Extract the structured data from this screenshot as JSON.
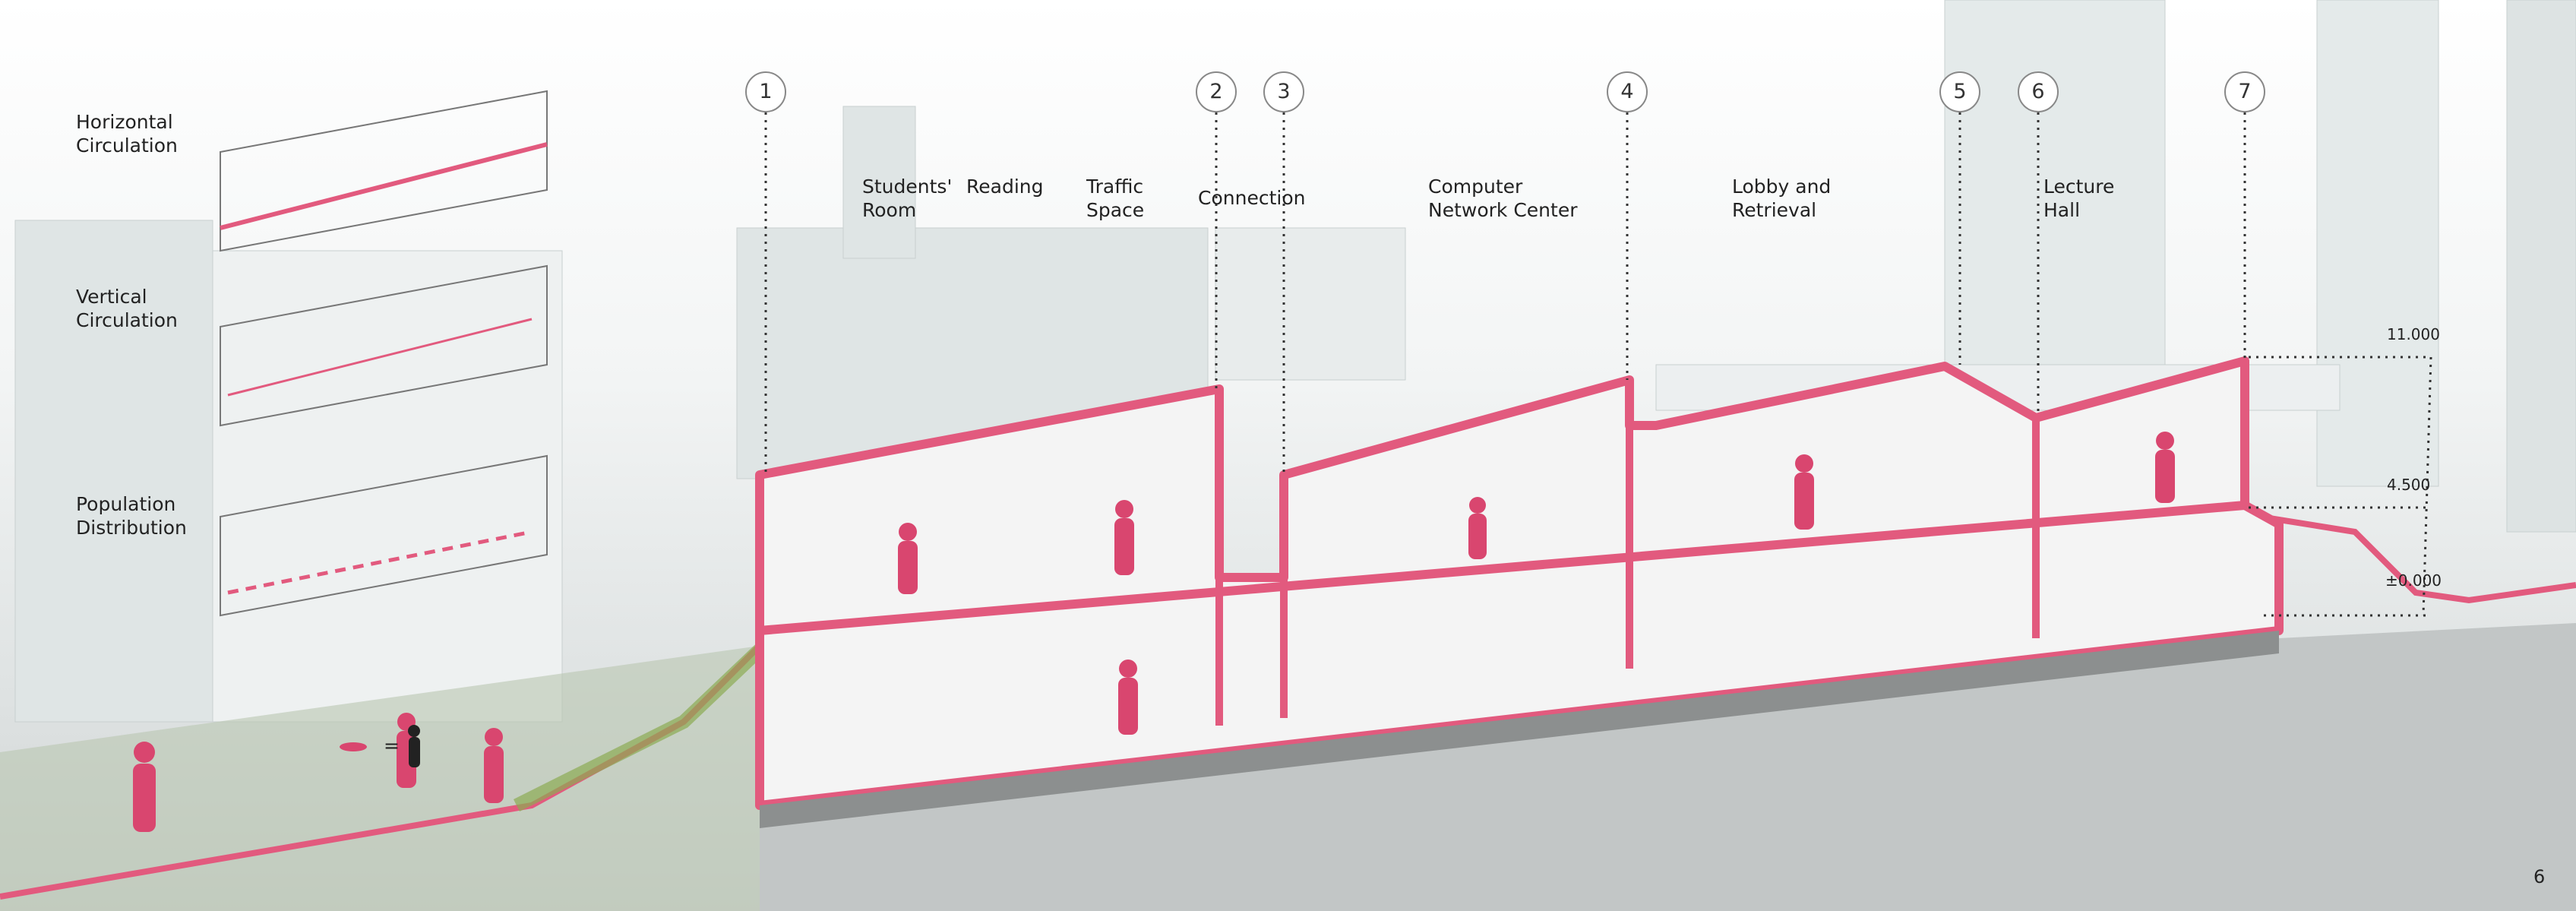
{
  "legend": {
    "horizontal": "Horizontal\nCirculation",
    "vertical": "Vertical\nCirculation",
    "population": "Population\nDistribution",
    "equals": "="
  },
  "spaces": {
    "students_room": "Students'\nRoom",
    "reading": "Reading",
    "traffic": "Traffic\nSpace",
    "connection": "Connection",
    "computer": "Computer\nNetwork Center",
    "lobby": "Lobby and\nRetrieval",
    "lecture": "Lecture\nHall"
  },
  "axes": [
    "1",
    "2",
    "3",
    "4",
    "5",
    "6",
    "7"
  ],
  "elevations": {
    "top": "11.000",
    "mid": "4.500",
    "ground": "±0.000"
  },
  "page_number": "6",
  "colors": {
    "accent": "#d9466f",
    "structure": "#e25a7e",
    "grass": "#8cab52"
  }
}
